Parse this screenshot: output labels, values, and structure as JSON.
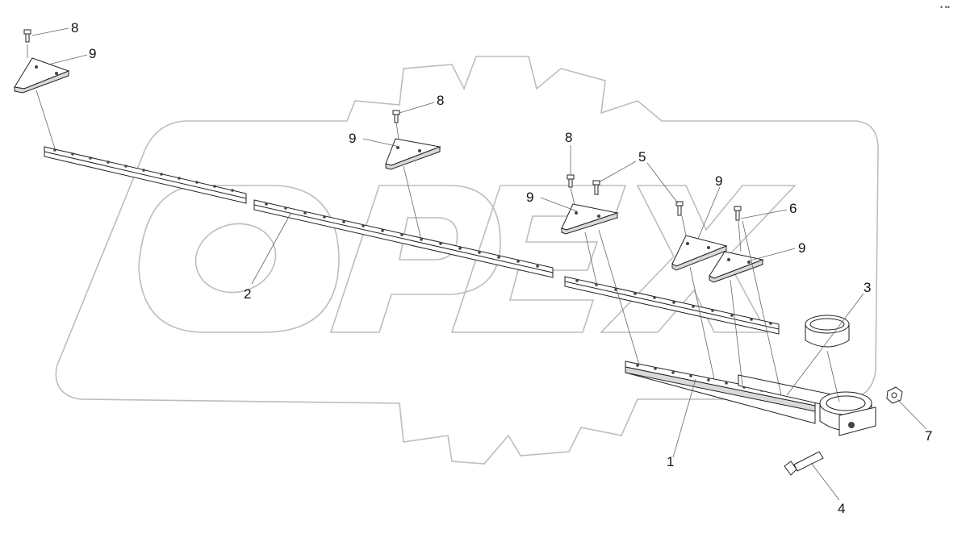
{
  "watermark": {
    "text": "OPEX"
  },
  "corner_mark": "• ••",
  "callouts": [
    {
      "id": "c1",
      "label": "1"
    },
    {
      "id": "c2",
      "label": "2"
    },
    {
      "id": "c3",
      "label": "3"
    },
    {
      "id": "c4",
      "label": "4"
    },
    {
      "id": "c5",
      "label": "5"
    },
    {
      "id": "c6",
      "label": "6"
    },
    {
      "id": "c7",
      "label": "7"
    },
    {
      "id": "c8a",
      "label": "8"
    },
    {
      "id": "c8b",
      "label": "8"
    },
    {
      "id": "c8c",
      "label": "8"
    },
    {
      "id": "c9a",
      "label": "9"
    },
    {
      "id": "c9b",
      "label": "9"
    },
    {
      "id": "c9c",
      "label": "9"
    },
    {
      "id": "c9d",
      "label": "9"
    },
    {
      "id": "c9e",
      "label": "9"
    }
  ]
}
